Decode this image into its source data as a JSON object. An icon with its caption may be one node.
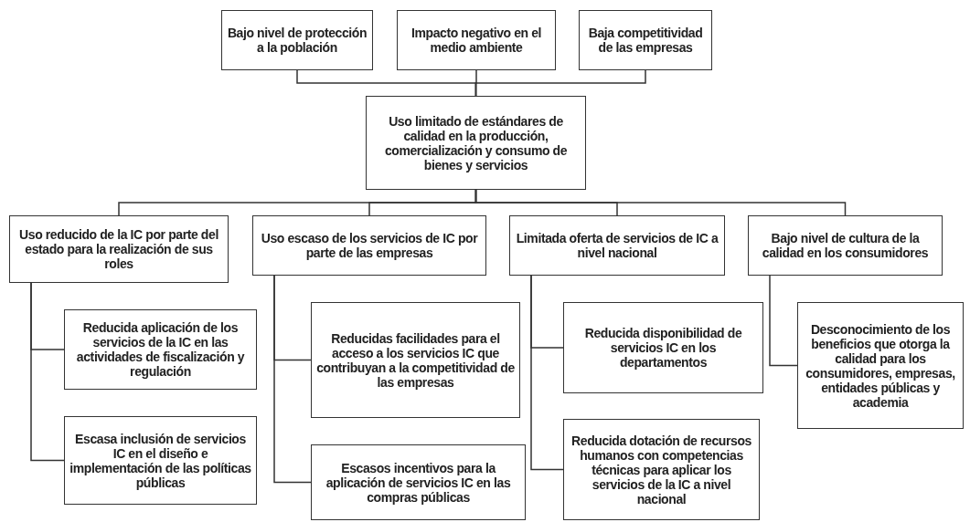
{
  "diagram": {
    "nodes": [
      {
        "text": [
          "Bajo nivel de protección a la población"
        ]
      },
      {
        "text": [
          "Impacto negativo en el medio ambiente"
        ]
      },
      {
        "text": [
          "Baja competitividad de las empresas"
        ]
      },
      {
        "text": [
          "Uso limitado de estándares de calidad en la producción, comercialización y consumo de bienes y servicios"
        ]
      },
      {
        "text": [
          "Uso reducido de la IC por parte del estado para la realización de sus roles"
        ]
      },
      {
        "text": [
          "Uso escaso de los servicios de IC por parte de las empresas"
        ]
      },
      {
        "text": [
          "Limitada oferta de servicios de IC a nivel nacional"
        ]
      },
      {
        "text": [
          "Bajo nivel de cultura de la calidad en los consumidores"
        ]
      },
      {
        "text": [
          "Reducida aplicación de los servicios de la IC en las actividades de fiscalización y regulación"
        ]
      },
      {
        "text": [
          "Escasa inclusión de servicios IC en el diseño e implementación de las políticas públicas"
        ]
      },
      {
        "text": [
          "Reducidas facilidades para el acceso a los servicios IC que contribuyan a la competitividad de las empresas"
        ]
      },
      {
        "text": [
          "Escasos incentivos para la aplicación de servicios IC en las compras públicas"
        ]
      },
      {
        "text": [
          "Reducida disponibilidad de servicios IC en los departamentos"
        ]
      },
      {
        "text": [
          "Reducida dotación de recursos humanos con competencias técnicas para aplicar los servicios de la IC a nivel nacional"
        ]
      },
      {
        "text": [
          "Desconocimiento de los beneficios que otorga la calidad para los consumidores, empresas, entidades públicas y academia"
        ]
      }
    ],
    "edges": [
      {
        "from": 3,
        "to": 0,
        "arrow": "none"
      },
      {
        "from": 3,
        "to": 1,
        "arrow": "none"
      },
      {
        "from": 3,
        "to": 2,
        "arrow": "none"
      },
      {
        "from": 3,
        "to": 4,
        "arrow": "none"
      },
      {
        "from": 3,
        "to": 5,
        "arrow": "none"
      },
      {
        "from": 3,
        "to": 6,
        "arrow": "none"
      },
      {
        "from": 3,
        "to": 7,
        "arrow": "none"
      },
      {
        "from": 4,
        "to": 8,
        "arrow": "none"
      },
      {
        "from": 4,
        "to": 9,
        "arrow": "none"
      },
      {
        "from": 5,
        "to": 10,
        "arrow": "none"
      },
      {
        "from": 5,
        "to": 11,
        "arrow": "none"
      },
      {
        "from": 6,
        "to": 12,
        "arrow": "none"
      },
      {
        "from": 6,
        "to": 13,
        "arrow": "none"
      },
      {
        "from": 7,
        "to": 14,
        "arrow": "none"
      }
    ]
  }
}
